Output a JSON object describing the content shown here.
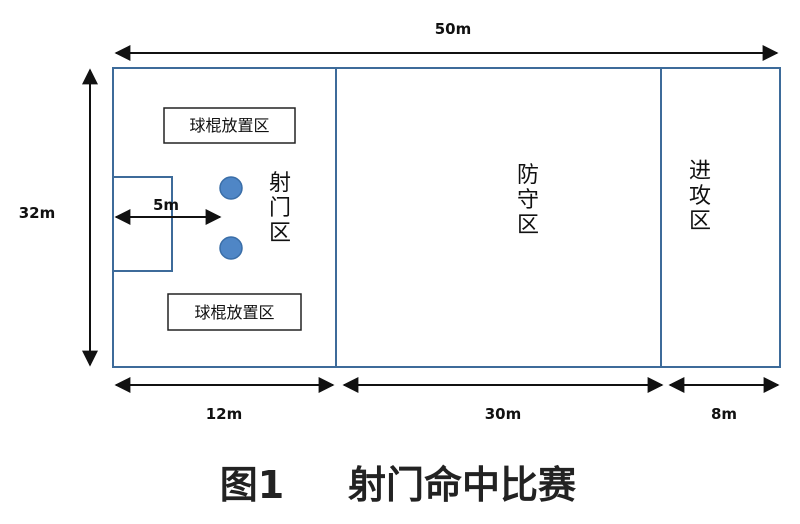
{
  "dimensions": {
    "total_length": "50m",
    "width": "32m",
    "shooting_zone_length": "12m",
    "defense_zone_length": "30m",
    "attack_zone_length": "8m",
    "goal_area_depth": "5m"
  },
  "zones": {
    "shooting": [
      "射",
      "门",
      "区"
    ],
    "defense": [
      "防",
      "守",
      "区"
    ],
    "attack": [
      "进",
      "攻",
      "区"
    ]
  },
  "stick_areas": {
    "top": "球棍放置区",
    "bottom": "球棍放置区"
  },
  "caption": {
    "figure_no": "图1",
    "title": "射门命中比赛"
  },
  "colors": {
    "field_line": "#3d6b9a",
    "marker_fill": "#4f86c6",
    "marker_stroke": "#3a6ea8",
    "arrow": "#111111"
  }
}
